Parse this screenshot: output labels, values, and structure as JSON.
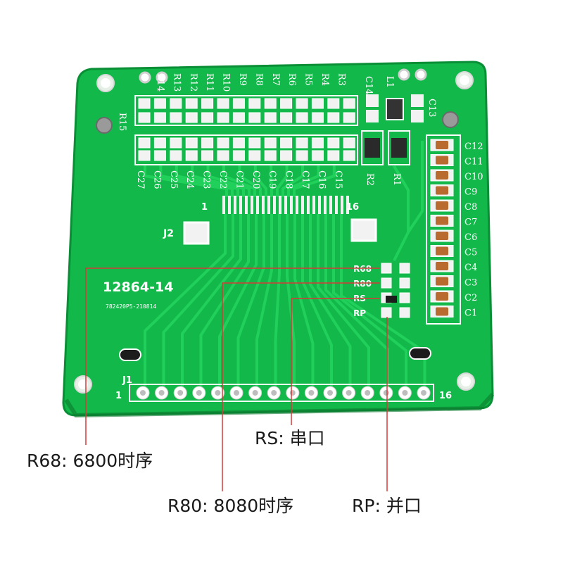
{
  "board": {
    "model": "12864-14",
    "serial": "782420P5-210814",
    "colors": {
      "pcb": "#12b84a",
      "pcb_dark": "#0a8f36",
      "trace": "#22d35d",
      "silk": "#ffffff",
      "pad": "#f2f2f2",
      "cap": "#b86a2f",
      "callout_line": "#d63a3a"
    }
  },
  "silkscreen": {
    "resistors_top": [
      "R14",
      "R13",
      "R12",
      "R11",
      "R10",
      "R9",
      "R8",
      "R7",
      "R6",
      "R5",
      "R4",
      "R3"
    ],
    "r15": "R15",
    "caps_bottom": [
      "C27",
      "C26",
      "C25",
      "C24",
      "C23",
      "C22",
      "C21",
      "C20",
      "C19",
      "C18",
      "C17",
      "C16",
      "C15"
    ],
    "c14": "C14",
    "l1": "L1",
    "c13": "C13",
    "r2": "R2",
    "r1": "R1",
    "caps_right": [
      "C12",
      "C11",
      "C10",
      "C9",
      "C8",
      "C7",
      "C6",
      "C5",
      "C4",
      "C3",
      "C2",
      "C1"
    ],
    "jumpers": [
      "R68",
      "R80",
      "RS",
      "RP"
    ],
    "j2": "J2",
    "j1": "J1",
    "fpc_pin_first": "1",
    "fpc_pin_last": "16",
    "header_pin_first": "1",
    "header_pin_last": "16"
  },
  "callouts": {
    "r68": "R68: 6800时序",
    "r80": "R80: 8080时序",
    "rs": "RS: 串口",
    "rp": "RP: 并口"
  }
}
